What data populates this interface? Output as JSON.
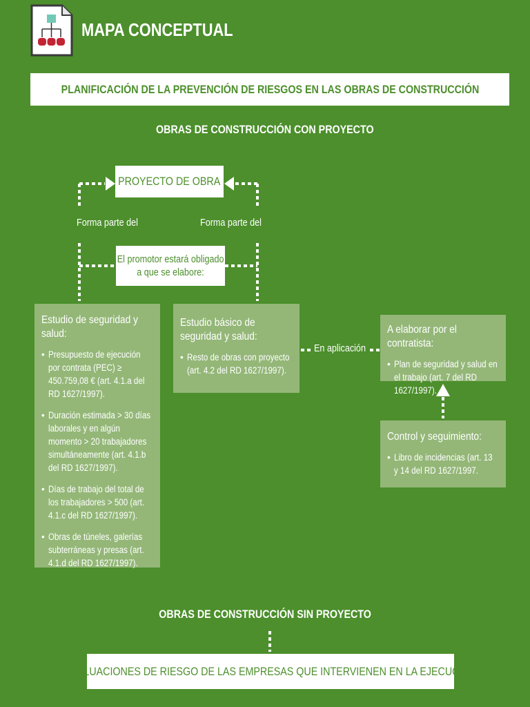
{
  "header": {
    "title": "MAPA CONCEPTUAL",
    "icon": "concept-map-document-icon"
  },
  "main_title": "PLANIFICACIÓN DE LA PREVENCIÓN DE RIESGOS EN LAS OBRAS DE CONSTRUCCIÓN",
  "section_con_proyecto": {
    "title": "OBRAS DE CONSTRUCCIÓN CON PROYECTO",
    "proyecto_box": "PROYECTO DE OBRA",
    "forma_parte_left": "Forma parte del",
    "forma_parte_right": "Forma parte del",
    "promotor_line1": "El promotor estará obligado",
    "promotor_line2": "a que se elabore:",
    "estudio": {
      "title": "Estudio de seguridad y salud:",
      "items": [
        "Presupuesto de ejecución por contrata (PEC) ≥ 450.759,08 € (art. 4.1.a del RD 1627/1997).",
        "Duración estimada > 30 días laborales y en algún momento > 20 trabajadores simultáneamente (art. 4.1.b del RD 1627/1997).",
        "Días de trabajo del total de los trabajadores > 500 (art. 4.1.c del RD 1627/1997).",
        "Obras de túneles, galerías subterráneas y presas (art. 4.1.d del RD 1627/1997)."
      ]
    },
    "estudio_basico": {
      "title": "Estudio básico de seguridad y salud:",
      "items": [
        "Resto de obras con proyecto (art. 4.2 del RD 1627/1997)."
      ]
    },
    "en_aplicacion": "En aplicación",
    "contratista": {
      "title": "A elaborar por el contratista:",
      "items": [
        "Plan de seguridad y salud en el trabajo (art. 7 del RD 1627/1997)."
      ]
    },
    "control": {
      "title": "Control y seguimiento:",
      "items": [
        "Libro de incidencias (art. 13 y 14 del RD 1627/1997."
      ]
    }
  },
  "section_sin_proyecto": {
    "title": "OBRAS DE CONSTRUCCIÓN SIN PROYECTO",
    "box": "EVALUACIONES DE RIESGO DE LAS EMPRESAS QUE INTERVIENEN EN LA EJECUCIÓN"
  },
  "colors": {
    "background": "#4c8f2c",
    "box_light": "#94b778",
    "text_white": "#ffffff"
  }
}
